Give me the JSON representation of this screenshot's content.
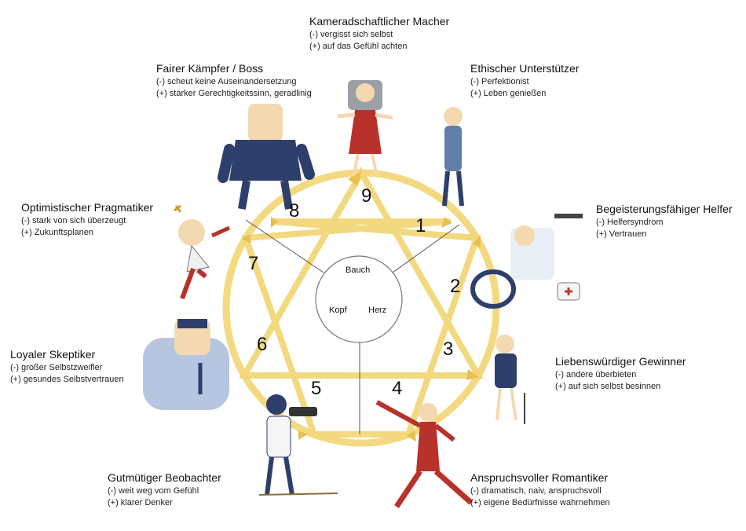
{
  "center": {
    "top": "Bauch",
    "left": "Kopf",
    "right": "Herz"
  },
  "types": [
    {
      "number": "9",
      "title": "Kameradschaftlicher Macher",
      "minus": "(-) vergisst sich selbst",
      "plus": "(+) auf das Gefühl achten"
    },
    {
      "number": "1",
      "title": "Ethischer Unterstützer",
      "minus": "(-) Perfektionist",
      "plus": "(+) Leben genießen"
    },
    {
      "number": "2",
      "title": "Begeisterungsfähiger Helfer",
      "minus": "(-) Helfersyndrom",
      "plus": "(+) Vertrauen"
    },
    {
      "number": "3",
      "title": "Liebenswürdiger Gewinner",
      "minus": "(-) andere überbieten",
      "plus": "(+) auf sich selbst besinnen"
    },
    {
      "number": "4",
      "title": "Anspruchsvoller Romantiker",
      "minus": "(-) dramatisch, naiv, anspruchsvoll",
      "plus": "(+) eigene Bedürfnisse wahrnehmen"
    },
    {
      "number": "5",
      "title": "Gutmütiger Beobachter",
      "minus": "(-) weit weg vom Gefühl",
      "plus": "(+) klarer Denker"
    },
    {
      "number": "6",
      "title": "Loyaler Skeptiker",
      "minus": "(-) großer Selbstzweifler",
      "plus": "(+) gesundes Selbstvertrauen"
    },
    {
      "number": "7",
      "title": "Optimistischer Pragmatiker",
      "minus": "(-) stark von sich überzeugt",
      "plus": "(+) Zukunftsplanen"
    },
    {
      "number": "8",
      "title": "Fairer Kämpfer / Boss",
      "minus": "(-) scheut keine Auseinandersetzung",
      "plus": "(+) starker Gerechtigkeitssinn, geradlinig"
    }
  ],
  "colors": {
    "ring": "#f2d77a",
    "ring_dark": "#e6c14f",
    "lines": "#555555",
    "navy": "#2f3f6b",
    "red": "#b9312b",
    "skin": "#f4d9b0"
  }
}
